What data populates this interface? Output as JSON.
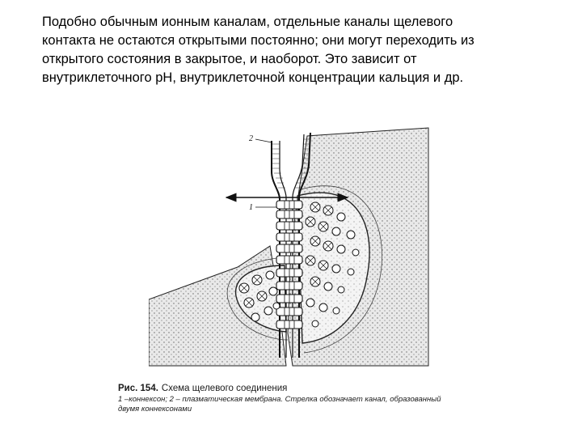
{
  "paragraph": {
    "lines": [
      "Подобно обычным ионным каналам, отдельные каналы щелевого",
      "контакта не остаются открытыми постоянно; они могут переходить из",
      "открытого состояния в закрытое, и наоборот. Это зависит от",
      "внутриклеточного pH, внутриклеточной концентрации кальция и др."
    ]
  },
  "figure": {
    "label_1": "1",
    "label_2": "2"
  },
  "caption": {
    "number": "Рис. 154.",
    "title": "Схема щелевого соединения",
    "legend_line1": "1 –коннексон; 2 – плазматическая мембрана. Стрелка обозначает канал, образованный",
    "legend_line2": "двумя коннексонами"
  }
}
